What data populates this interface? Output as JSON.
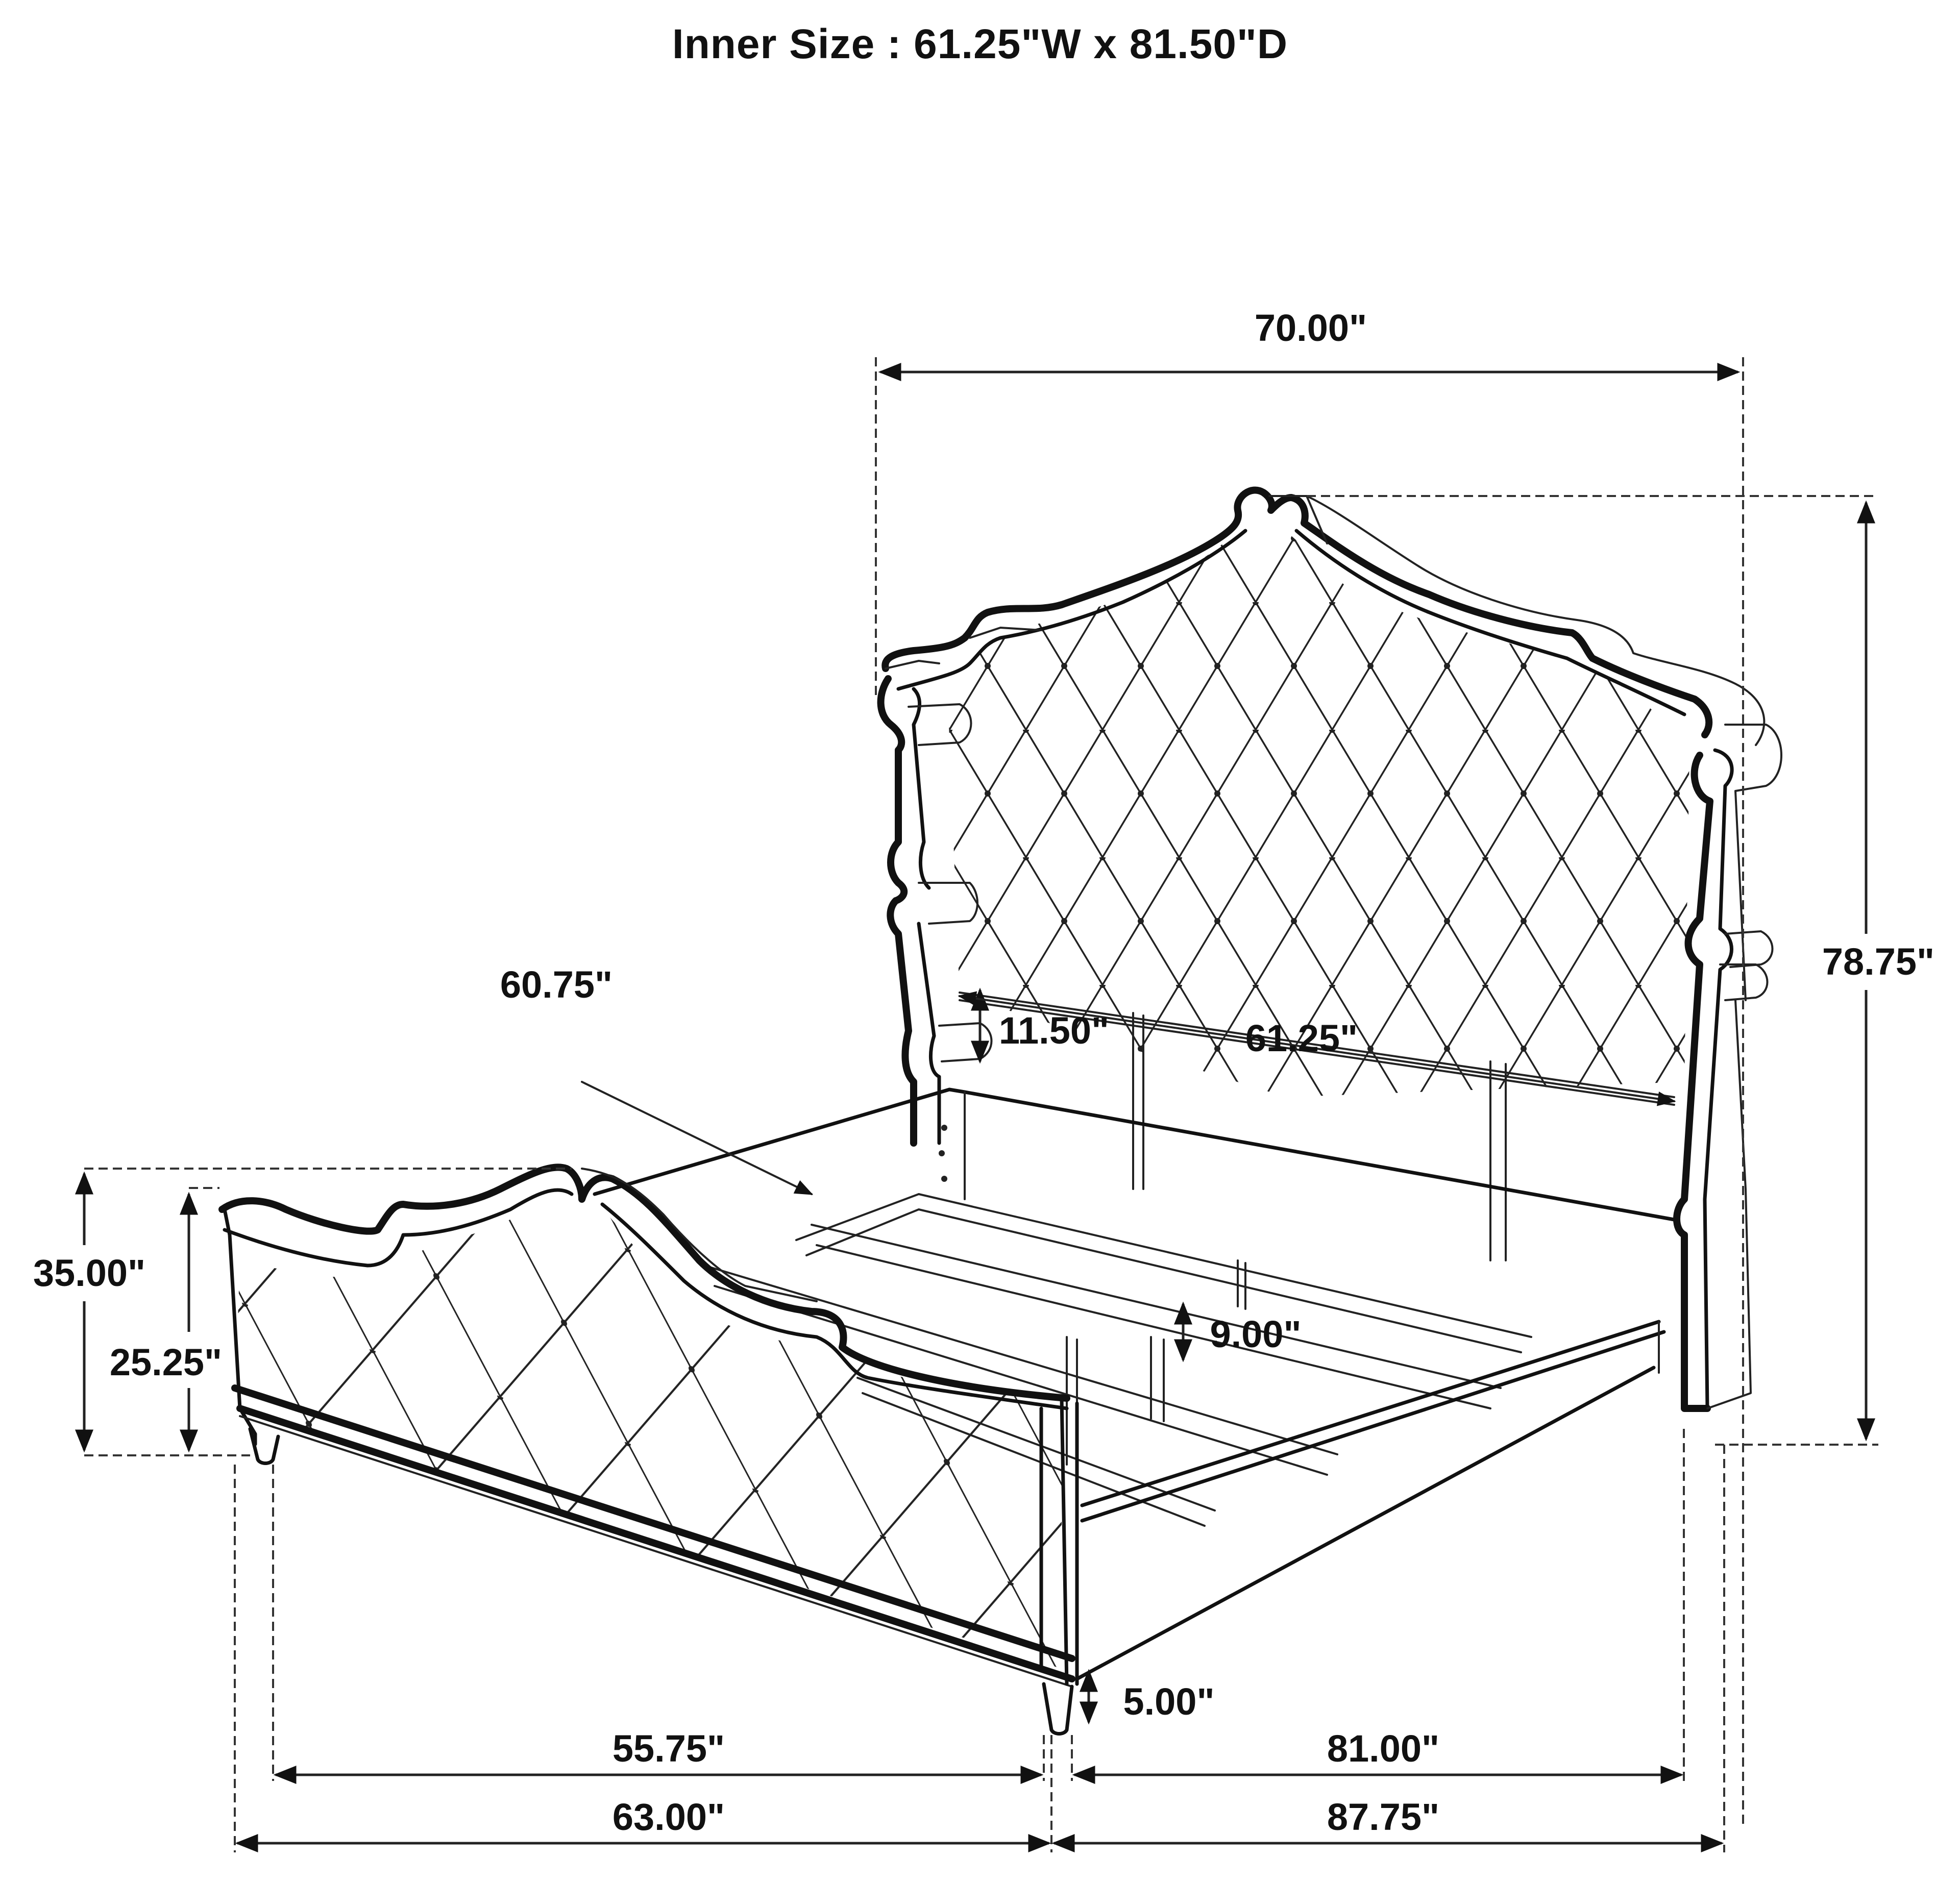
{
  "title": "Inner Size : 61.25\"W x 81.50\"D",
  "product": "Upholstered tufted bed",
  "dimensions": {
    "headboard_width": "70.00\"",
    "headboard_height": "78.75\"",
    "slat_span": "60.75\"",
    "headboard_clearance": "11.50\"",
    "inner_width": "61.25\"",
    "footboard_height": "35.00\"",
    "footboard_panel_height": "25.25\"",
    "rail_height": "9.00\"",
    "leg_height": "5.00\"",
    "inner_width_front": "55.75\"",
    "overall_width": "63.00\"",
    "inner_length": "81.00\"",
    "overall_length": "87.75\""
  },
  "colors": {
    "line": "#111111",
    "background": "#ffffff"
  }
}
